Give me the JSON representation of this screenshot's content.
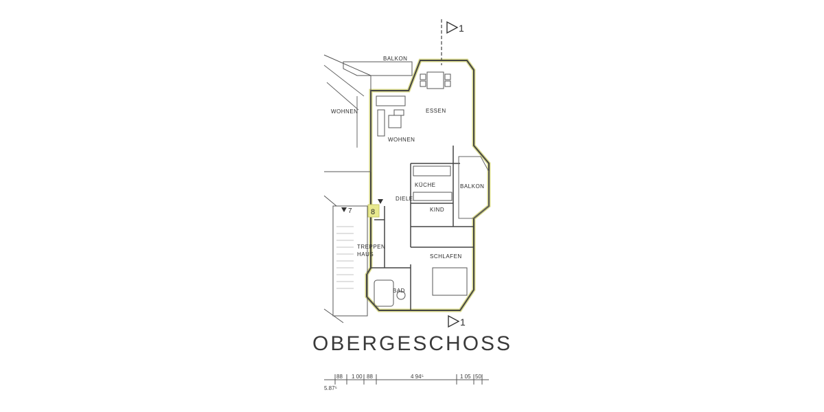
{
  "plan": {
    "title": "OBERGESCHOSS",
    "section_marker": "1",
    "apartment_number": "8",
    "stair_number": "7",
    "highlight_color": "#d8d98a",
    "rooms": {
      "balkon_top": "BALKON",
      "wohnen_left": "WOHNEN",
      "wohnen": "WOHNEN",
      "essen": "ESSEN",
      "kuche": "KÜCHE",
      "balkon_right": "BALKON",
      "diele": "DIELE",
      "kind": "KIND",
      "treppenhaus_1": "TREPPEN",
      "treppenhaus_2": "HAUS",
      "schlafen": "SCHLAFEN",
      "bad": "BAD"
    },
    "dimensions": {
      "d88a": "88",
      "d100": "1 00",
      "d88b": "88",
      "d494": "4 94⁵",
      "d105": "1 05",
      "d50": "50",
      "d5875": "5.87⁵"
    }
  }
}
